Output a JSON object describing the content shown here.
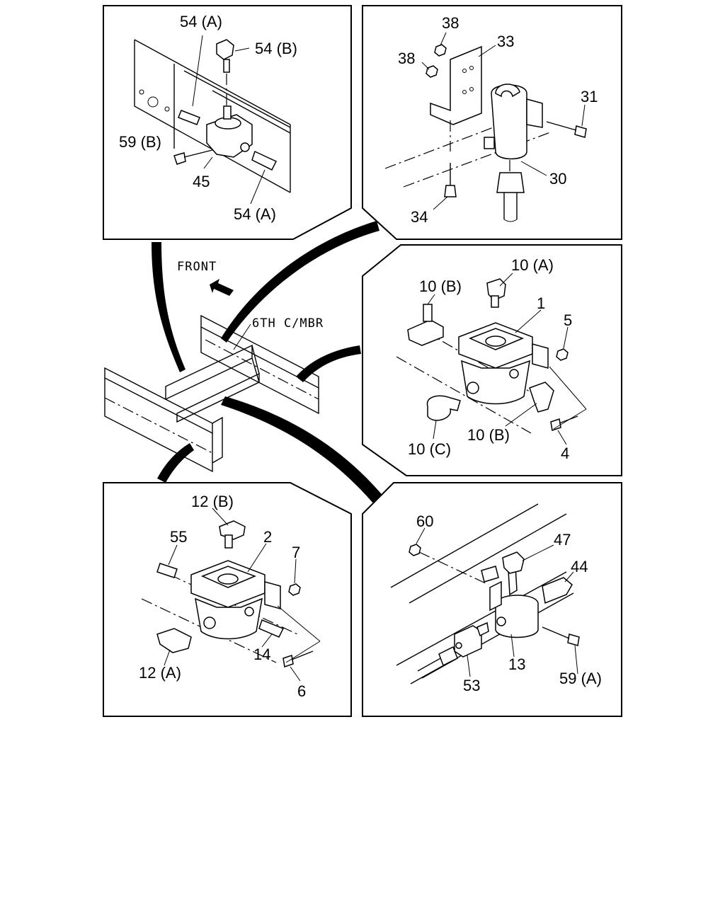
{
  "labels": {
    "p1": {
      "a": "54 (A)",
      "b": "54 (B)",
      "c": "59 (B)",
      "d": "45",
      "e": "54 (A)"
    },
    "p2": {
      "a": "38",
      "b": "33",
      "c": "38",
      "d": "31",
      "e": "30",
      "f": "34"
    },
    "center": {
      "front": "FRONT",
      "member": "6TH C/MBR"
    },
    "p3": {
      "a": "10 (A)",
      "b": "10 (B)",
      "c": "1",
      "d": "5",
      "e": "10 (C)",
      "f": "10 (B)",
      "g": "4"
    },
    "p4": {
      "a": "12 (B)",
      "b": "55",
      "c": "2",
      "d": "7",
      "e": "14",
      "f": "12 (A)",
      "g": "6"
    },
    "p5": {
      "a": "60",
      "b": "47",
      "c": "44",
      "d": "13",
      "e": "53",
      "f": "59 (A)"
    }
  }
}
